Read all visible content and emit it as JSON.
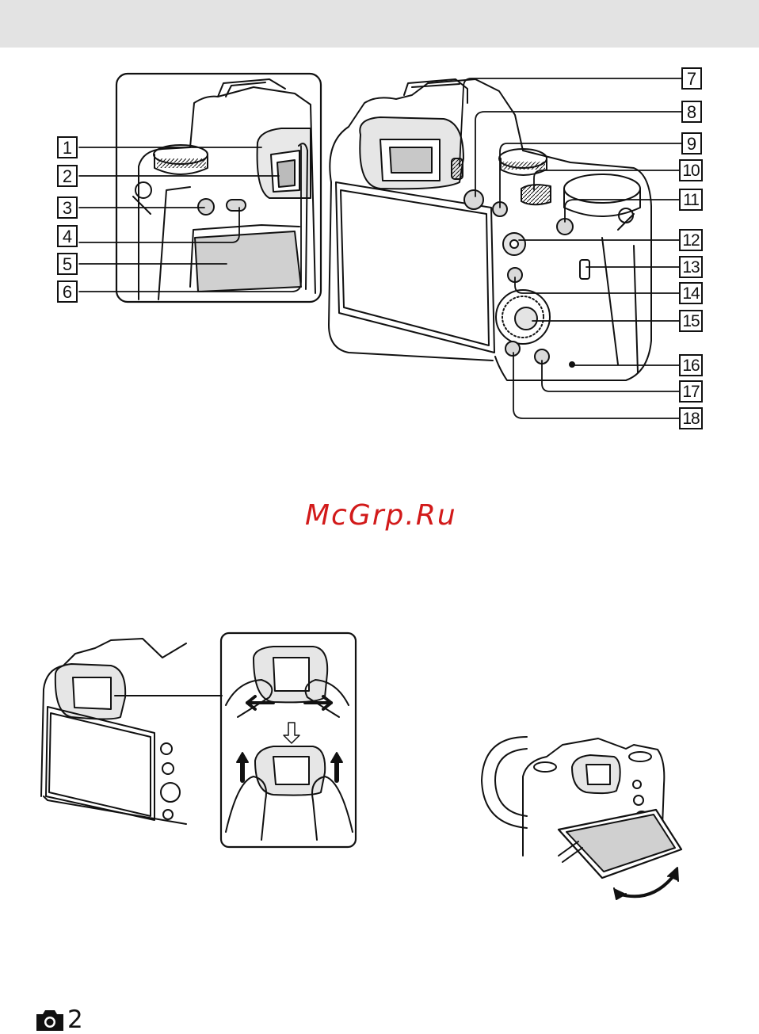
{
  "callouts": [
    "1",
    "2",
    "3",
    "4",
    "5",
    "6",
    "7",
    "8",
    "9",
    "10",
    "11",
    "12",
    "13",
    "14",
    "15",
    "16",
    "17",
    "18"
  ],
  "watermark": "McGrp.Ru",
  "footer": {
    "page_icon": "camera-icon",
    "page_number": "2"
  },
  "colors": {
    "header_band": "#e3e3e3",
    "watermark": "#d21a1a",
    "lcd_fill": "#d0d0d0",
    "line": "#111111"
  }
}
